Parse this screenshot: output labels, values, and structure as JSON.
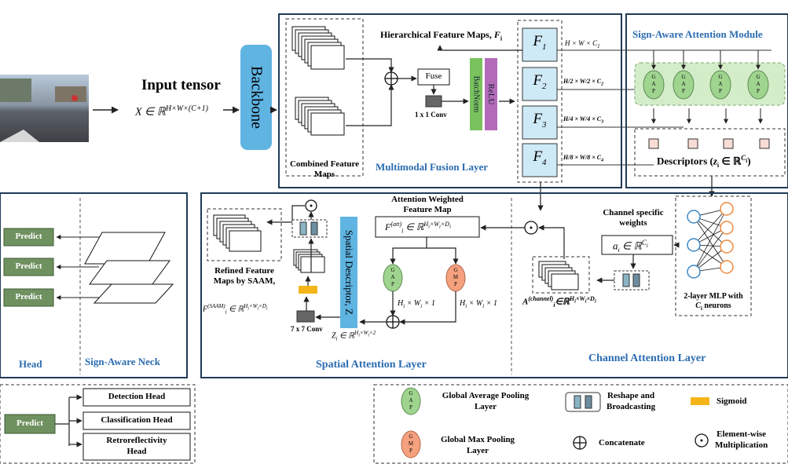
{
  "input": {
    "title": "Input tensor",
    "formula": "X ∈ ℝ",
    "formula_sup": "H×W×(C+1)",
    "backbone": "Backbone"
  },
  "fusion": {
    "combined_label_1": "Combined Feature",
    "combined_label_2": "Maps",
    "fuse": "Fuse",
    "conv": "1 x 1 Conv",
    "batchnorm": "BatchNorm",
    "relu": "ReLU",
    "hier_label": "Hierarchical Feature Maps, ",
    "hier_var": "F",
    "hier_sub": "i",
    "layer_title": "Multimodal Fusion Layer",
    "features": [
      {
        "name": "F",
        "sub": "1",
        "dim": "H × W × C",
        "dim_sub": "1"
      },
      {
        "name": "F",
        "sub": "2",
        "dim": "H/2 × W/2 × C",
        "dim_sub": "2"
      },
      {
        "name": "F",
        "sub": "3",
        "dim": "H/4 × W/4 × C",
        "dim_sub": "3"
      },
      {
        "name": "F",
        "sub": "4",
        "dim": "H/8 × W/8 × C",
        "dim_sub": "4"
      }
    ]
  },
  "saam": {
    "title": "Sign-Aware Attention Module",
    "gap_text": [
      "G",
      "A",
      "P"
    ],
    "descriptors": "Descriptors (",
    "descriptors_var": "z",
    "descriptors_sub": "i",
    "descriptors_rest": "∈ ℝ",
    "descriptors_sup": "C",
    "descriptors_supsub": "i",
    "descriptors_close": ")"
  },
  "head_panel": {
    "predict_buttons": [
      "Predict",
      "Predict",
      "Predict"
    ],
    "head": "Head",
    "neck": "Sign-Aware Neck"
  },
  "spatial": {
    "title": "Spatial Attention Layer",
    "refined_1": "Refined Feature",
    "refined_2": "Maps by SAAM,",
    "refined_formula": "F",
    "refined_sup": "(SAAM)",
    "refined_sub": "i",
    "refined_rest": "∈ ℝ",
    "refined_dims": "H",
    "conv7": "7 x 7 Conv",
    "spatial_desc": "Spatial Descriptor, Z",
    "z_formula": "Z",
    "z_sub": "i",
    "z_rest": "∈ ℝ",
    "z_sup": "H",
    "awfm_1": "Attention Weighted",
    "awfm_2": "Feature Map",
    "att_formula": "F",
    "att_sup": "(att)",
    "att_sub": "i",
    "att_rest": "∈ ℝ",
    "gap_dim": "H",
    "gmp_dim": "H",
    "gmp_text": [
      "G",
      "M",
      "P"
    ]
  },
  "channel": {
    "title": "Channel Attention Layer",
    "weights_1": "Channel specific",
    "weights_2": "weights",
    "a_formula": "a",
    "a_sub": "i",
    "a_rest": "∈ ℝ",
    "a_sup": "C",
    "a_supsub": "i",
    "mlp_1": "2-layer MLP with",
    "mlp_2": "C",
    "mlp_2_sub": "i",
    "mlp_2_rest": " neurons",
    "achan": "A",
    "achan_sup": "(channel)",
    "achan_sub": "i",
    "achan_rest": "∈ℝ",
    "achan_dims": "H"
  },
  "heads": {
    "predict": "Predict",
    "detection": "Detection Head",
    "classification": "Classification Head",
    "retro_1": "Retroreflectivity",
    "retro_2": "Head"
  },
  "legend": {
    "gap_1": "Global Average Pooling",
    "gap_2": "Layer",
    "gmp_1": "Global Max Pooling",
    "gmp_2": "Layer",
    "reshape_1": "Reshape and",
    "reshape_2": "Broadcasting",
    "concat": "Concatenate",
    "sigmoid": "Sigmoid",
    "elem_1": "Element-wise",
    "elem_2": "Multiplication"
  },
  "colors": {
    "backbone": "#5fb4e2",
    "fbox": "#cfeaf7",
    "green": "#9fd48f",
    "greenDark": "#5d8a55",
    "predict": "#6f9160",
    "red": "#f5a07e",
    "batchnorm": "#7ac25e",
    "relu": "#b36ab8",
    "sigmoid": "#f4b519",
    "accent": "#2b6cb0",
    "navy": "#1f3b57"
  }
}
